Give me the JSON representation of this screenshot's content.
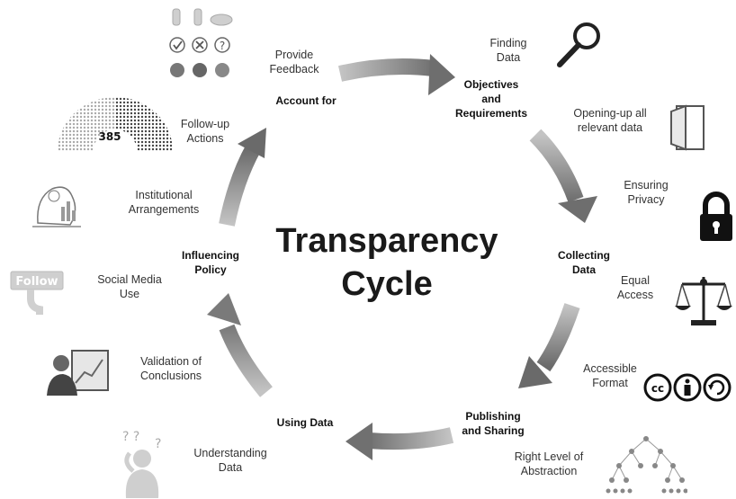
{
  "title": "Transparency\nCycle",
  "stages": {
    "account_for": "Account for",
    "objectives": "Objectives\nand\nRequirements",
    "collecting": "Collecting\nData",
    "publishing": "Publishing\nand Sharing",
    "using": "Using Data",
    "influencing": "Influencing\nPolicy"
  },
  "steps": {
    "provide_feedback": "Provide\nFeedback",
    "finding_data": "Finding\nData",
    "opening_up": "Opening-up all\nrelevant data",
    "ensuring_privacy": "Ensuring\nPrivacy",
    "equal_access": "Equal\nAccess",
    "accessible_format": "Accessible\nFormat",
    "right_level": "Right Level of\nAbstraction",
    "understanding": "Understanding\nData",
    "validation": "Validation of\nConclusions",
    "social_media": "Social Media\nUse",
    "institutional": "Institutional\nArrangements",
    "follow_up": "Follow-up\nActions"
  },
  "icons": {
    "parliament_count": "385",
    "follow_sign": "Follow",
    "cc_icons": [
      "cc",
      "by",
      "sa"
    ],
    "names": [
      "feedback-icons",
      "magnifier-icon",
      "door-icon",
      "padlock-icon",
      "scales-icon",
      "license-icons",
      "tree-icon",
      "thinker-icon",
      "presentation-icon",
      "follow-sign-icon",
      "cartoon-icon",
      "parliament-icon"
    ]
  },
  "colors": {
    "arrow_dark": "#6e6e6e",
    "arrow_light": "#b8b8b8",
    "icon": "#555555",
    "text": "#333333"
  }
}
